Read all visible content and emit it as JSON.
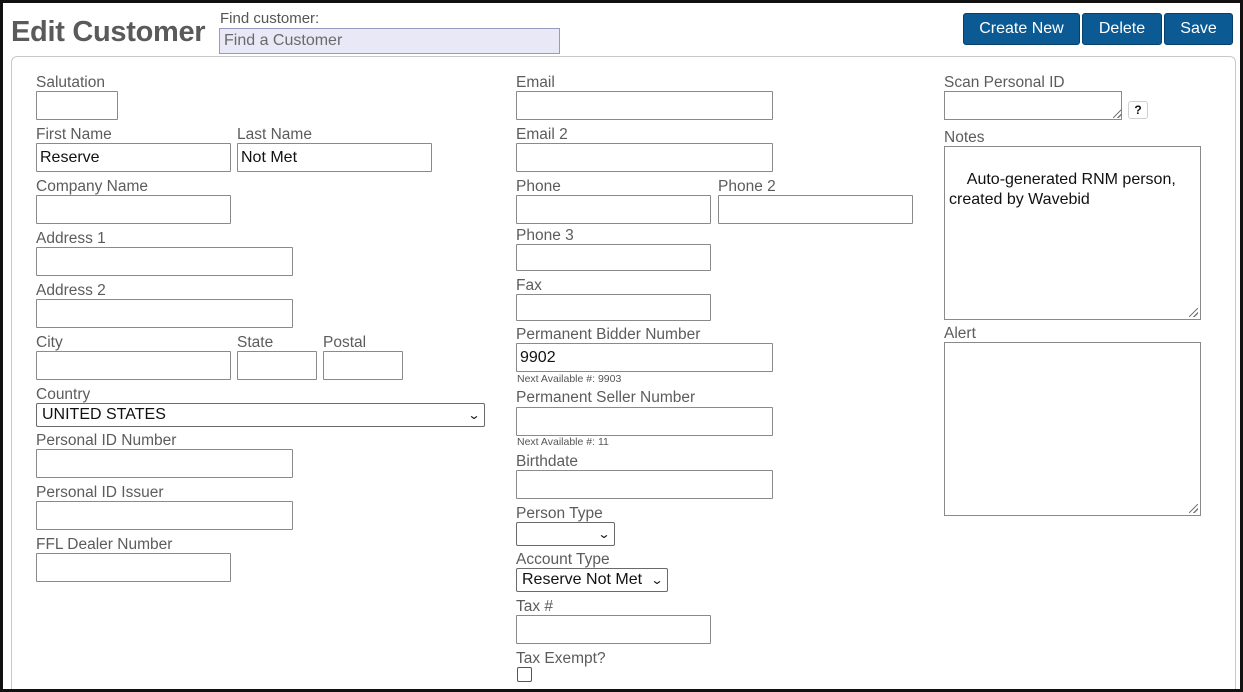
{
  "header": {
    "title": "Edit Customer",
    "find_label": "Find customer:",
    "find_placeholder": "Find a Customer",
    "buttons": {
      "create_new": "Create New",
      "delete": "Delete",
      "save": "Save"
    }
  },
  "form": {
    "salutation": {
      "label": "Salutation",
      "value": ""
    },
    "first_name": {
      "label": "First Name",
      "value": "Reserve"
    },
    "last_name": {
      "label": "Last Name",
      "value": "Not Met"
    },
    "company_name": {
      "label": "Company Name",
      "value": ""
    },
    "address1": {
      "label": "Address 1",
      "value": ""
    },
    "address2": {
      "label": "Address 2",
      "value": ""
    },
    "city": {
      "label": "City",
      "value": ""
    },
    "state": {
      "label": "State",
      "value": ""
    },
    "postal": {
      "label": "Postal",
      "value": ""
    },
    "country": {
      "label": "Country",
      "value": "UNITED STATES"
    },
    "personal_id_number": {
      "label": "Personal ID Number",
      "value": ""
    },
    "personal_id_issuer": {
      "label": "Personal ID Issuer",
      "value": ""
    },
    "ffl_dealer_number": {
      "label": "FFL Dealer Number",
      "value": ""
    },
    "email": {
      "label": "Email",
      "value": ""
    },
    "email2": {
      "label": "Email 2",
      "value": ""
    },
    "phone": {
      "label": "Phone",
      "value": ""
    },
    "phone2": {
      "label": "Phone 2",
      "value": ""
    },
    "phone3": {
      "label": "Phone 3",
      "value": ""
    },
    "fax": {
      "label": "Fax",
      "value": ""
    },
    "permanent_bidder_number": {
      "label": "Permanent Bidder Number",
      "value": "9902",
      "hint": "Next Available #: 9903"
    },
    "permanent_seller_number": {
      "label": "Permanent Seller Number",
      "value": "",
      "hint": "Next Available #: 11"
    },
    "birthdate": {
      "label": "Birthdate",
      "value": ""
    },
    "person_type": {
      "label": "Person Type",
      "value": ""
    },
    "account_type": {
      "label": "Account Type",
      "value": "Reserve Not Met"
    },
    "tax_number": {
      "label": "Tax #",
      "value": ""
    },
    "tax_exempt": {
      "label": "Tax Exempt?",
      "checked": false
    },
    "scan_personal_id": {
      "label": "Scan Personal ID",
      "value": "",
      "help": "?"
    },
    "notes": {
      "label": "Notes",
      "value": "Auto-generated RNM person,\ncreated by Wavebid"
    },
    "alert": {
      "label": "Alert",
      "value": ""
    }
  },
  "colors": {
    "primary_button": "#0b5a94",
    "find_input_bg": "#e8e8f6"
  }
}
